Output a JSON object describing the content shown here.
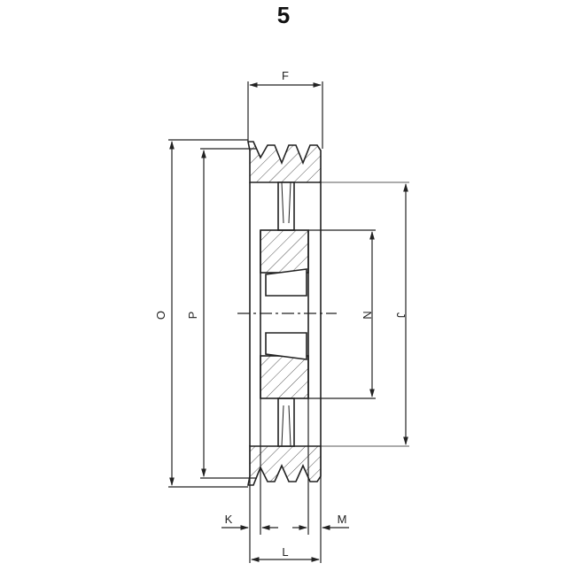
{
  "figure": {
    "number": "5"
  },
  "dimensions": {
    "F": "F",
    "O": "O",
    "P": "P",
    "N": "N",
    "J": "J",
    "K": "K",
    "M": "M",
    "L": "L"
  }
}
